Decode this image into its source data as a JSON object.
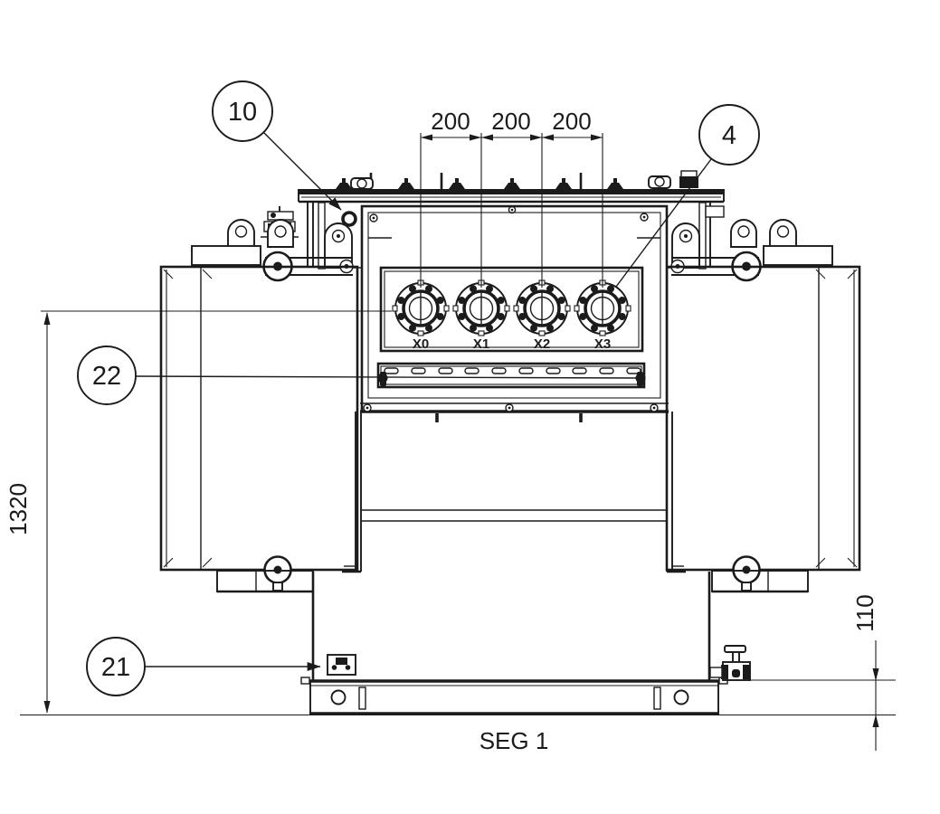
{
  "drawing": {
    "type": "technical-drawing",
    "view_caption": "SEG 1",
    "balloons": {
      "b10": "10",
      "b4": "4",
      "b22": "22",
      "b21": "21"
    },
    "dimensions": {
      "top_spacing": [
        "200",
        "200",
        "200"
      ],
      "left_height": "1320",
      "right_height": "110"
    },
    "bushing_labels": [
      "X0",
      "X1",
      "X2",
      "X3"
    ],
    "colors": {
      "line": "#1b1b1b",
      "background": "#ffffff"
    }
  }
}
